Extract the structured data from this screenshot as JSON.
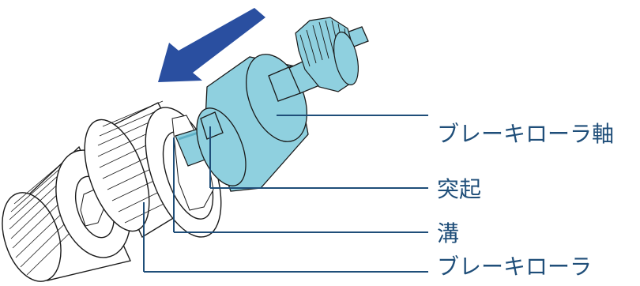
{
  "labels": {
    "brake_roller_axis": "ブレーキローラ軸",
    "protrusion": "突起",
    "groove": "溝",
    "brake_roller": "ブレーキローラ"
  },
  "colors": {
    "arrow": "#2a4fa0",
    "axis_part": "#8fd0df",
    "axis_part_dark": "#5fb0c6",
    "leader_line": "#1f4e79",
    "outline": "#1a1a1a",
    "roller_fill": "#ffffff"
  },
  "icons": {
    "arrow": "insert-direction-arrow-icon"
  }
}
